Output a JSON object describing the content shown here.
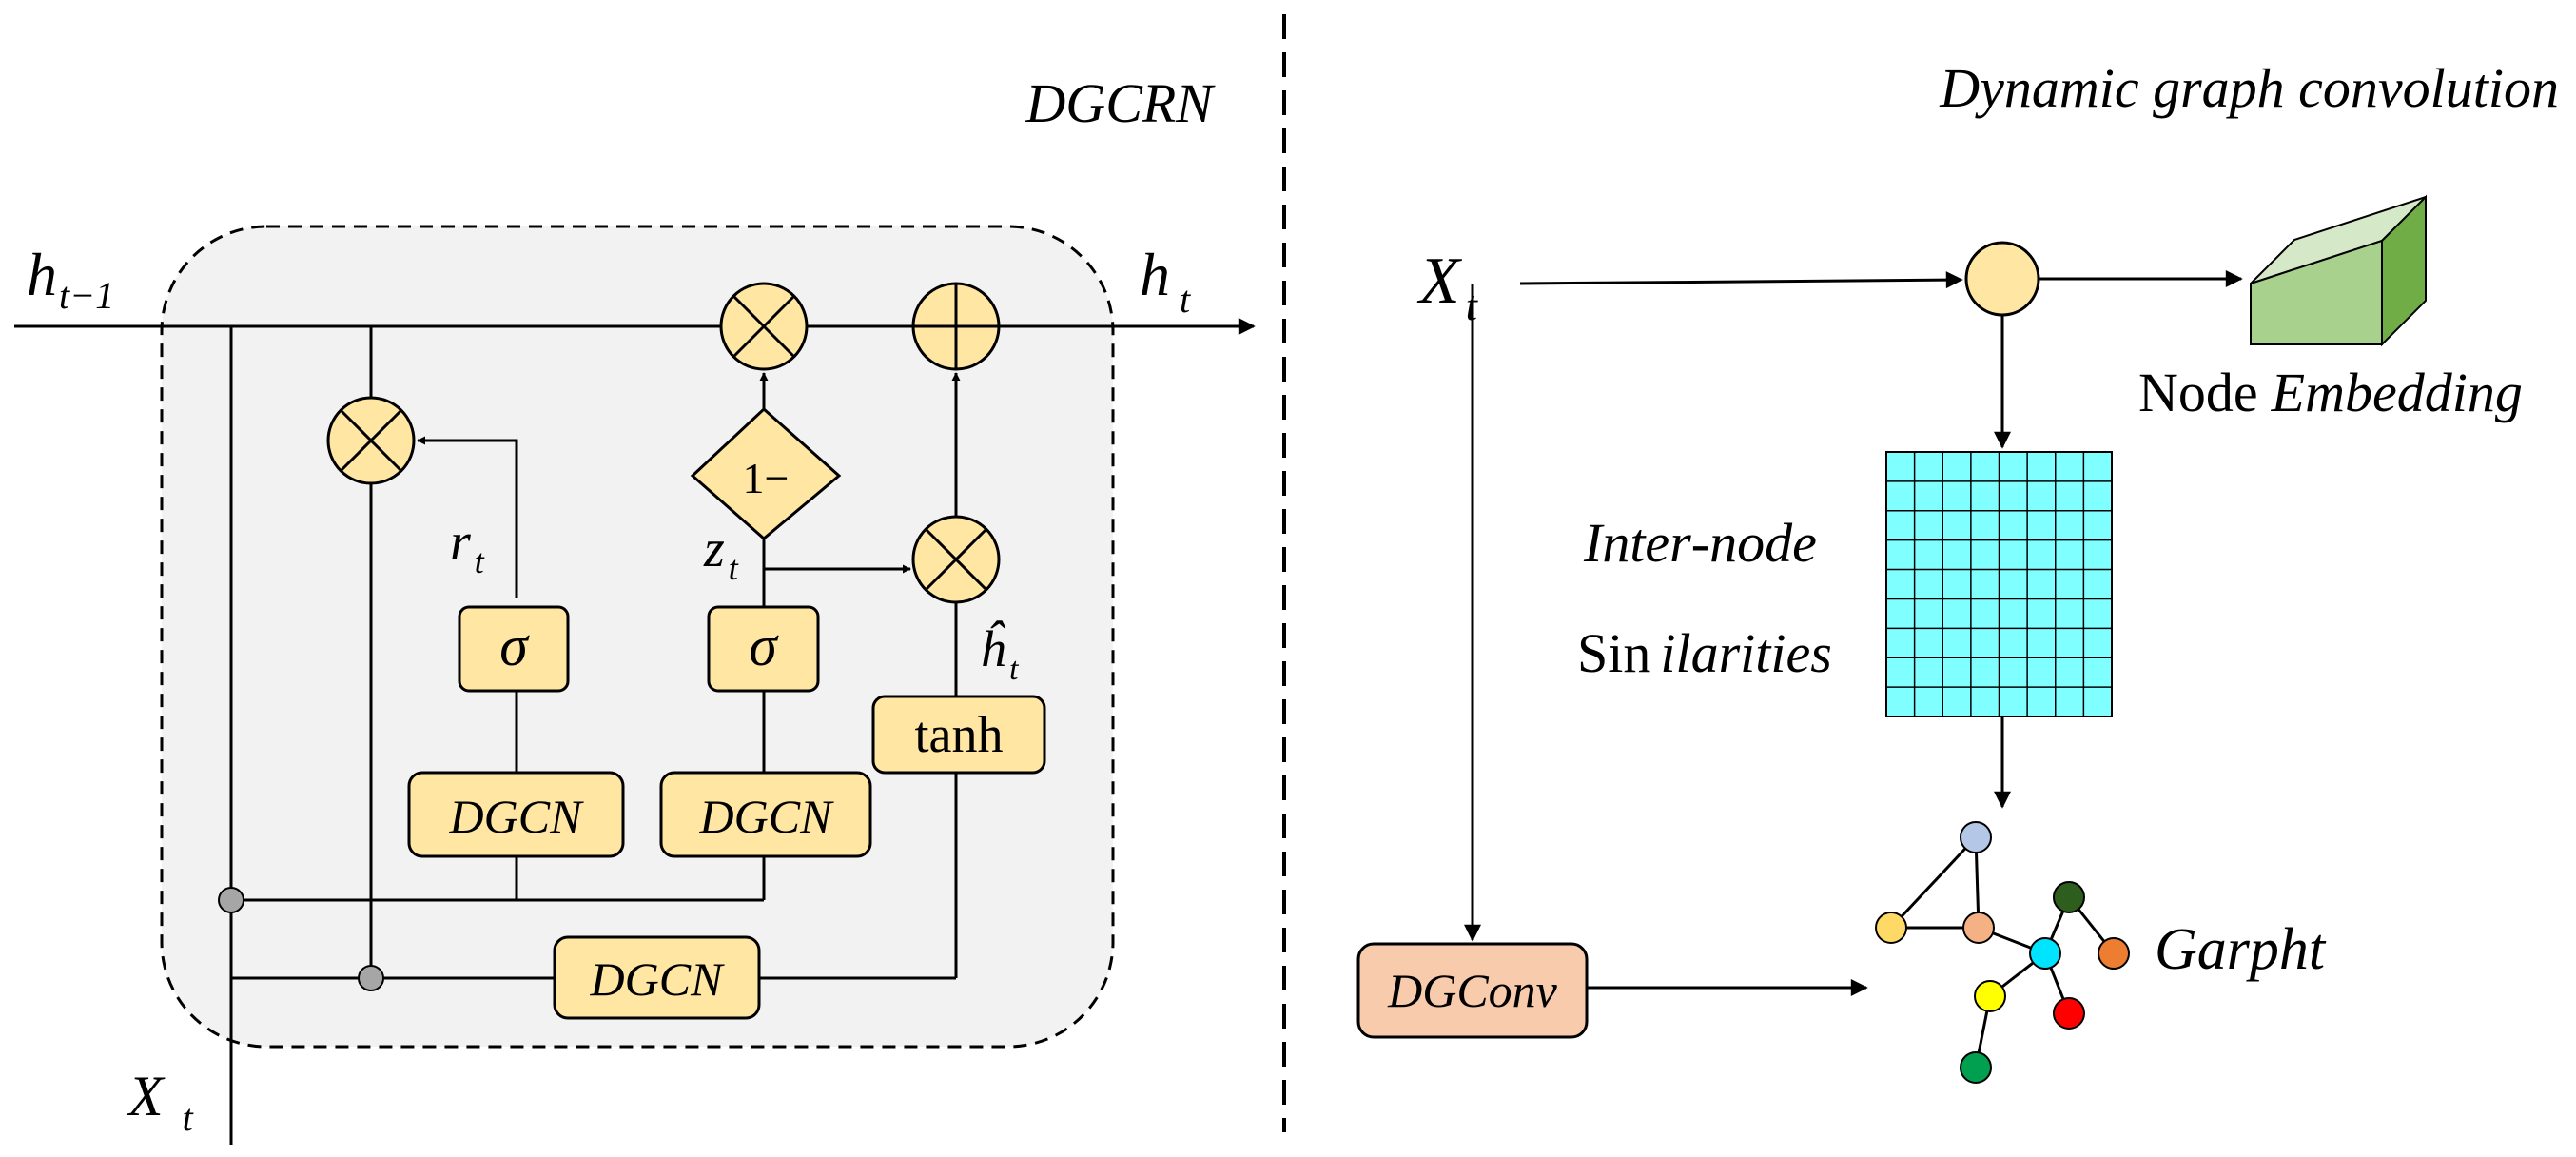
{
  "left": {
    "title": "DGCRN",
    "h_prev": {
      "base": "h",
      "sub": "t−1"
    },
    "h_next": {
      "base": "h",
      "sub": "t"
    },
    "x_in": {
      "base": "X",
      "sub": "t"
    },
    "r_gate": {
      "base": "r",
      "sub": "t"
    },
    "z_gate": {
      "base": "z",
      "sub": "t"
    },
    "h_hat": {
      "base": "ĥ",
      "sub": "t"
    },
    "one_minus": "1−",
    "sigma": "σ",
    "tanh": "tanh",
    "dgcn": "DGCN"
  },
  "right": {
    "title": "Dynamic graph convolution",
    "x_in": {
      "base": "X",
      "sub": "t"
    },
    "node_embedding": {
      "upright": "Node",
      "italic": "Embedding"
    },
    "inter_node": {
      "line1_italic": "Inter",
      "line1_dash": "-",
      "line1_rest": "node",
      "line2_upright": "Sin",
      "line2_italic": "ilarities"
    },
    "graph_label": "Garpht",
    "dgconv": "DGConv"
  },
  "colors": {
    "gate_fill": "#FFE6A3",
    "cell_bg": "#F2F2F2",
    "matrix_fill": "#7FFFFF",
    "dgconv_fill": "#F8CBAD",
    "embedding_front": "#A9D18E",
    "embedding_top": "#D5E8C7",
    "embedding_side": "#70AD47",
    "junction": "#A6A6A6"
  },
  "graph_nodes": [
    {
      "id": "top",
      "color": "#B4C7E7"
    },
    {
      "id": "left",
      "color": "#FFD966"
    },
    {
      "id": "mid",
      "color": "#F4B183"
    },
    {
      "id": "hub",
      "color": "#00E5FF"
    },
    {
      "id": "dark",
      "color": "#2E5E1E"
    },
    {
      "id": "orange",
      "color": "#ED7D31"
    },
    {
      "id": "yellow",
      "color": "#FFFF00"
    },
    {
      "id": "red",
      "color": "#FF0000"
    },
    {
      "id": "green",
      "color": "#00A050"
    }
  ]
}
